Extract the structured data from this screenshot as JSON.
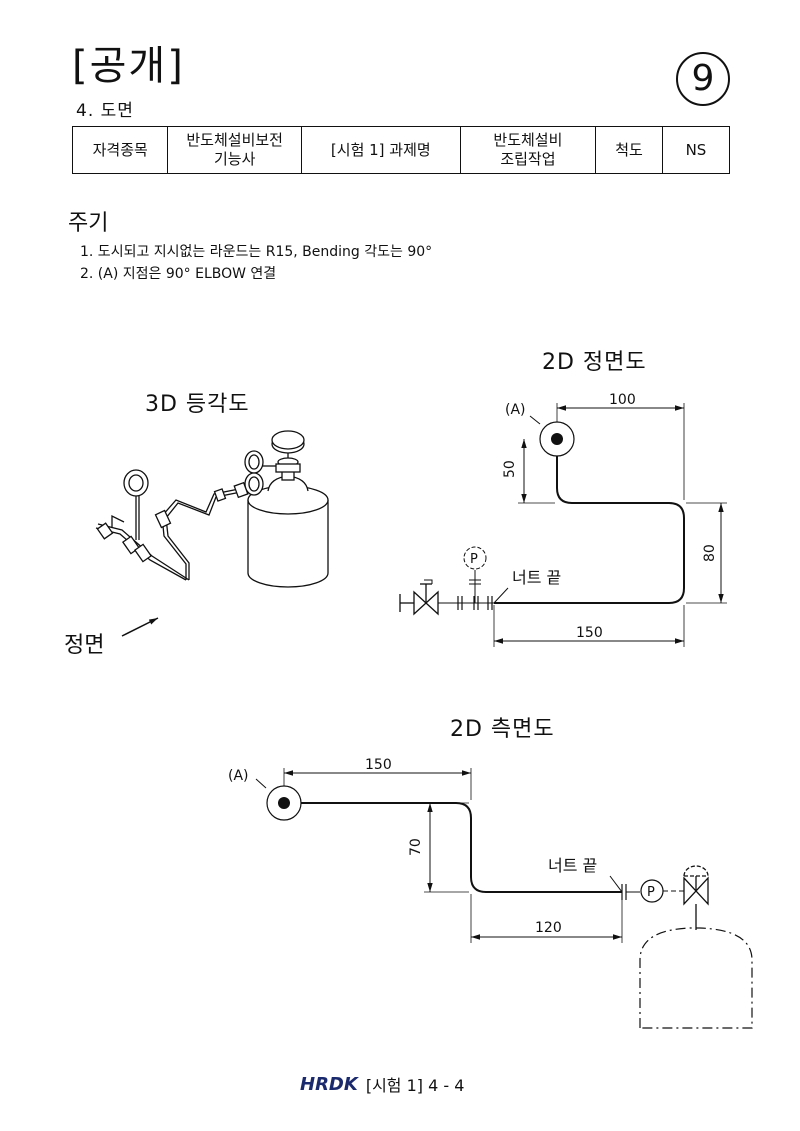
{
  "header": {
    "title": "[공개]",
    "subtitle": "4. 도면",
    "page_number": "9"
  },
  "info_table": {
    "label_exam": "자격종목",
    "exam_line1": "반도체설비보전",
    "exam_line2": "기능사",
    "label_task": "[시험 1] 과제명",
    "task_line1": "반도체설비",
    "task_line2": "조립작업",
    "label_scale": "척도",
    "scale": "NS"
  },
  "notes": {
    "title": "주기",
    "items": [
      "1. 도시되고 지시없는 라운드는 R15, Bending 각도는 90°",
      "2. (A) 지점은 90° ELBOW 연결"
    ]
  },
  "iso_view": {
    "title": "3D 등각도",
    "front_label": "정면"
  },
  "front_view": {
    "title": "2D 정면도",
    "point_label": "(A)",
    "dim_top": "100",
    "dim_left": "50",
    "dim_right": "80",
    "dim_bottom": "150",
    "nut_label": "너트 끝",
    "gauge_label": "P"
  },
  "side_view": {
    "title": "2D 측면도",
    "point_label": "(A)",
    "dim_top": "150",
    "dim_left": "70",
    "dim_bottom": "120",
    "nut_label": "너트 끝",
    "gauge_label": "P"
  },
  "footer": {
    "logo": "HRDK",
    "text": "[시험 1] 4 - 4"
  }
}
